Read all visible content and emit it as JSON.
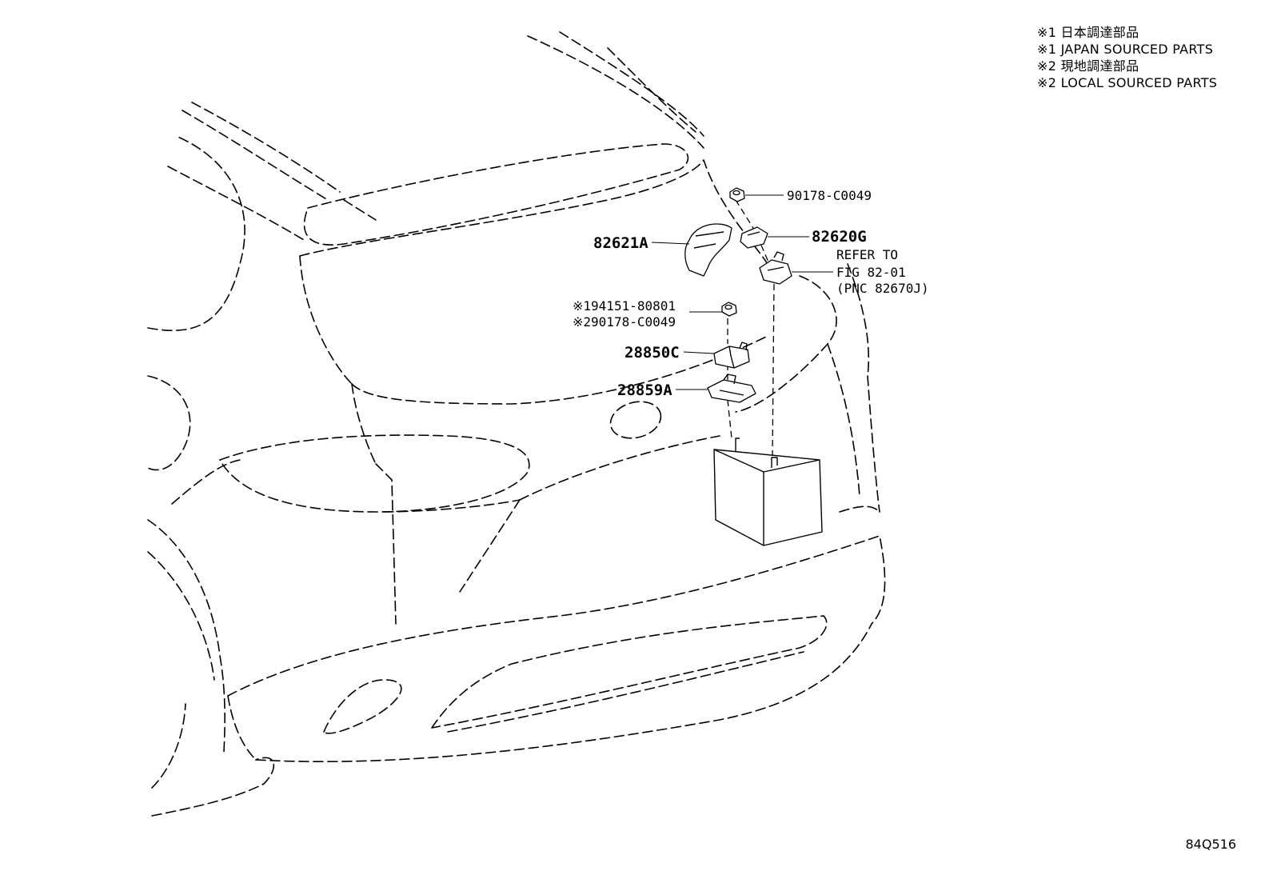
{
  "legend": [
    "※1 日本調達部品",
    "※1 JAPAN SOURCED PARTS",
    "※2 現地調達部品",
    "※2 LOCAL SOURCED PARTS"
  ],
  "figure_code": "84Q516",
  "callouts": {
    "p90178": "90178-C0049",
    "p82620g": "82620G",
    "p82621a": "82621A",
    "refer_line1": "REFER TO",
    "refer_line2": "FIG 82-01",
    "refer_line3": "(PNC 82670J)",
    "p194151": "※194151-80801",
    "p290178": "※290178-C0049",
    "p28850c": "28850C",
    "p28859a": "28859A"
  }
}
